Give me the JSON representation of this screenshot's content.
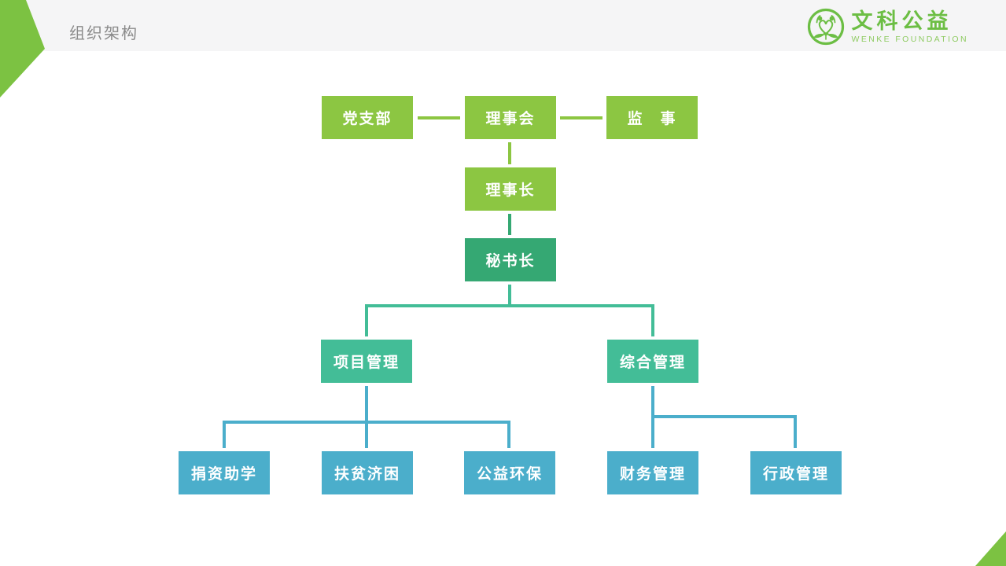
{
  "slide": {
    "title": "组织架构",
    "logo": {
      "name": "文科公益",
      "subtitle": "WENKE FOUNDATION",
      "icon": "wenke-emblem-icon"
    }
  },
  "colors": {
    "header_bg": "#F5F5F6",
    "title_gray": "#8A8A8A",
    "light_green": "#8CC642",
    "dark_green": "#35A873",
    "teal": "#43BD97",
    "blue": "#4BAECB",
    "logo_green": "#6CBE44",
    "corner_green": "#7CC242"
  },
  "org_chart": {
    "level1": {
      "party_branch": "党支部",
      "board": "理事会",
      "supervisor": "监　事"
    },
    "level2": {
      "chairman": "理事长"
    },
    "level3": {
      "secretary_general": "秘书长"
    },
    "level4": {
      "project_management": "项目管理",
      "general_management": "综合管理"
    },
    "level5": {
      "donation_education": "捐资助学",
      "poverty_relief": "扶贫济困",
      "public_environment": "公益环保",
      "financial_management": "财务管理",
      "administrative_management": "行政管理"
    }
  }
}
